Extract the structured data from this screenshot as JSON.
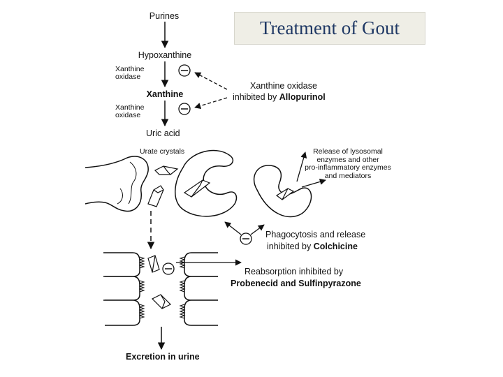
{
  "title": "Treatment of Gout",
  "pathway": {
    "purines": "Purines",
    "hypoxanthine": "Hypoxanthine",
    "enzyme1": "Xanthine oxidase",
    "xanthine": "Xanthine",
    "enzyme2": "Xanthine oxidase",
    "uric_acid": "Uric acid",
    "urate_crystals": "Urate crystals",
    "excretion": "Excretion in urine"
  },
  "inhibitor_sign": "−",
  "drugs": {
    "allopurinol": {
      "line1": "Xanthine oxidase",
      "line2_prefix": "inhibited by ",
      "drug": "Allopurinol"
    },
    "colchicine": {
      "line1": "Phagocytosis and release",
      "line2_prefix": "inhibited by ",
      "drug": "Colchicine"
    },
    "uricosurics": {
      "line1": "Reabsorption inhibited by",
      "drug": "Probenecid and Sulfinpyrazone"
    }
  },
  "release": {
    "line1": "Release of lysosomal",
    "line2": "enzymes and other",
    "line3": "pro-inflammatory enzymes",
    "line4": "and mediators"
  }
}
